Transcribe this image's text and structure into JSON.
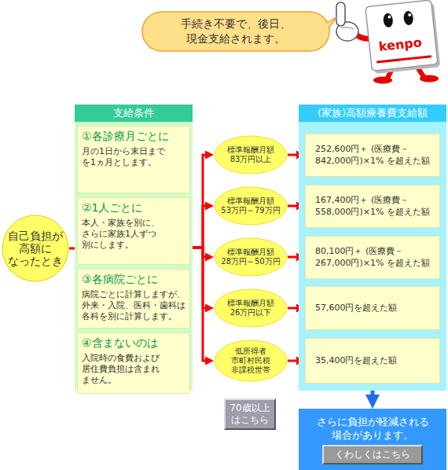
{
  "diagram": {
    "nodes": [
      {
        "text": [
          "手続き不要で、後日、 現金支給されます。"
        ]
      },
      {
        "text": [
          "支給条件"
        ]
      },
      {
        "text": [
          "①各診療月ごとに",
          "月の1日から末日まで を1ヵ月とします。"
        ],
        "in": 1
      },
      {
        "text": [
          "②1人ごとに",
          "本人・家族を別に、 さらに家族1人ずつ 別にします。"
        ],
        "in": 1
      },
      {
        "text": [
          "③各病院ごとに",
          "病院ごとに計算しますが、 外来・入院、医科・歯科は 各科を別に計算します。"
        ],
        "in": 1
      },
      {
        "text": [
          "④含まないのは",
          "入院時の食費および 居住費負担は含まれ ません。"
        ],
        "in": 1
      },
      {
        "text": [
          "自己負担が 高額に なったとき"
        ]
      },
      {
        "text": [
          "標準報酬月額 83万円以上"
        ]
      },
      {
        "text": [
          "標準報酬月額 53万円～79万円"
        ]
      },
      {
        "text": [
          "標準報酬月額 28万円～50万円"
        ]
      },
      {
        "text": [
          "標準報酬月額 26万円以下"
        ]
      },
      {
        "text": [
          "低所得者 市町村民税 非課税世帯"
        ]
      },
      {
        "text": [
          "(家族)高額療養費支給額"
        ]
      },
      {
        "text": [
          "252,600円＋ (医療費－842,000円)×1% を超えた額"
        ],
        "in": 12
      },
      {
        "text": [
          "167,400円＋ (医療費－558,000円)×1% を超えた額"
        ],
        "in": 12
      },
      {
        "text": [
          "80,100円＋ (医療費－267,000円)×1% を超えた額"
        ],
        "in": 12
      },
      {
        "text": [
          "57,600円を超えた額"
        ],
        "in": 12
      },
      {
        "text": [
          "35,400円を超えた額"
        ],
        "in": 12
      },
      {
        "text": [
          "70歳以上 はこちら"
        ]
      },
      {
        "text": [
          "さらに負担が軽減される 場合があります。"
        ]
      },
      {
        "text": [
          "くわしくはこちら"
        ],
        "in": 19
      }
    ],
    "edges": [
      {
        "from": 6,
        "to": 1,
        "arrow": "none"
      },
      {
        "from": 1,
        "to": 7,
        "arrow": "to"
      },
      {
        "from": 1,
        "to": 8,
        "arrow": "to"
      },
      {
        "from": 1,
        "to": 9,
        "arrow": "to"
      },
      {
        "from": 1,
        "to": 10,
        "arrow": "to"
      },
      {
        "from": 1,
        "to": 11,
        "arrow": "to"
      },
      {
        "from": 7,
        "to": 13,
        "arrow": "to"
      },
      {
        "from": 8,
        "to": 14,
        "arrow": "to"
      },
      {
        "from": 9,
        "to": 15,
        "arrow": "to"
      },
      {
        "from": 10,
        "to": 16,
        "arrow": "to"
      },
      {
        "from": 11,
        "to": 17,
        "arrow": "to"
      },
      {
        "from": 12,
        "to": 19,
        "arrow": "to"
      }
    ],
    "labels": [
      "kenpo"
    ]
  }
}
